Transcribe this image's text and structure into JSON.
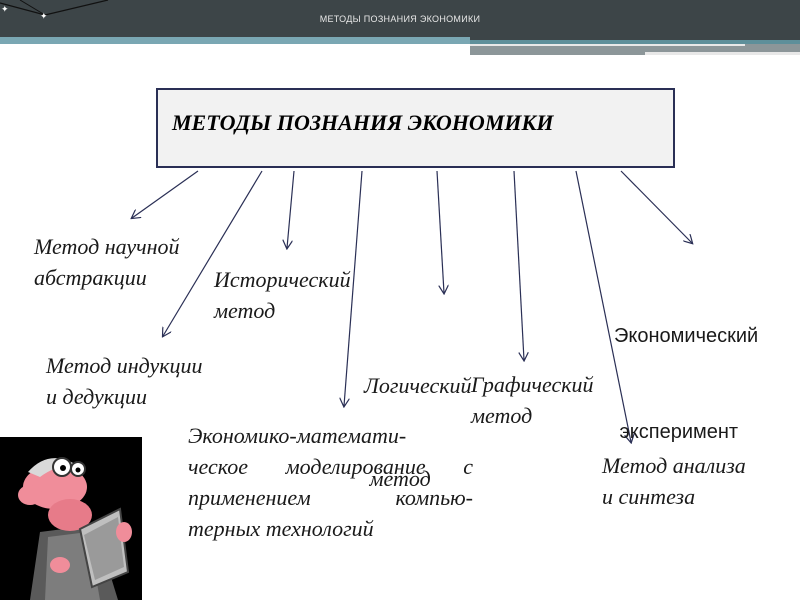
{
  "header": {
    "title": "МЕТОДЫ ПОЗНАНИЯ ЭКОНОМИКИ"
  },
  "main": {
    "title": "МЕТОДЫ ПОЗНАНИЯ ЭКОНОМИКИ"
  },
  "methods": {
    "abstraction": [
      "Метод научной",
      "абстракции"
    ],
    "historical": [
      "Исторический",
      "метод"
    ],
    "logical": [
      "Логический",
      " метод"
    ],
    "experiment": [
      "Экономический",
      " эксперимент"
    ],
    "induction": [
      "Метод индукции",
      "и дедукции"
    ],
    "graphical": [
      "Графический",
      "метод"
    ],
    "math_modeling": [
      "Экономико-математи-",
      "ческое моделирование с",
      "применением компью-",
      "терных технологий"
    ],
    "analysis": [
      "Метод анализа",
      "и синтеза"
    ]
  },
  "clipart": {
    "icon": "reading-man-icon"
  }
}
